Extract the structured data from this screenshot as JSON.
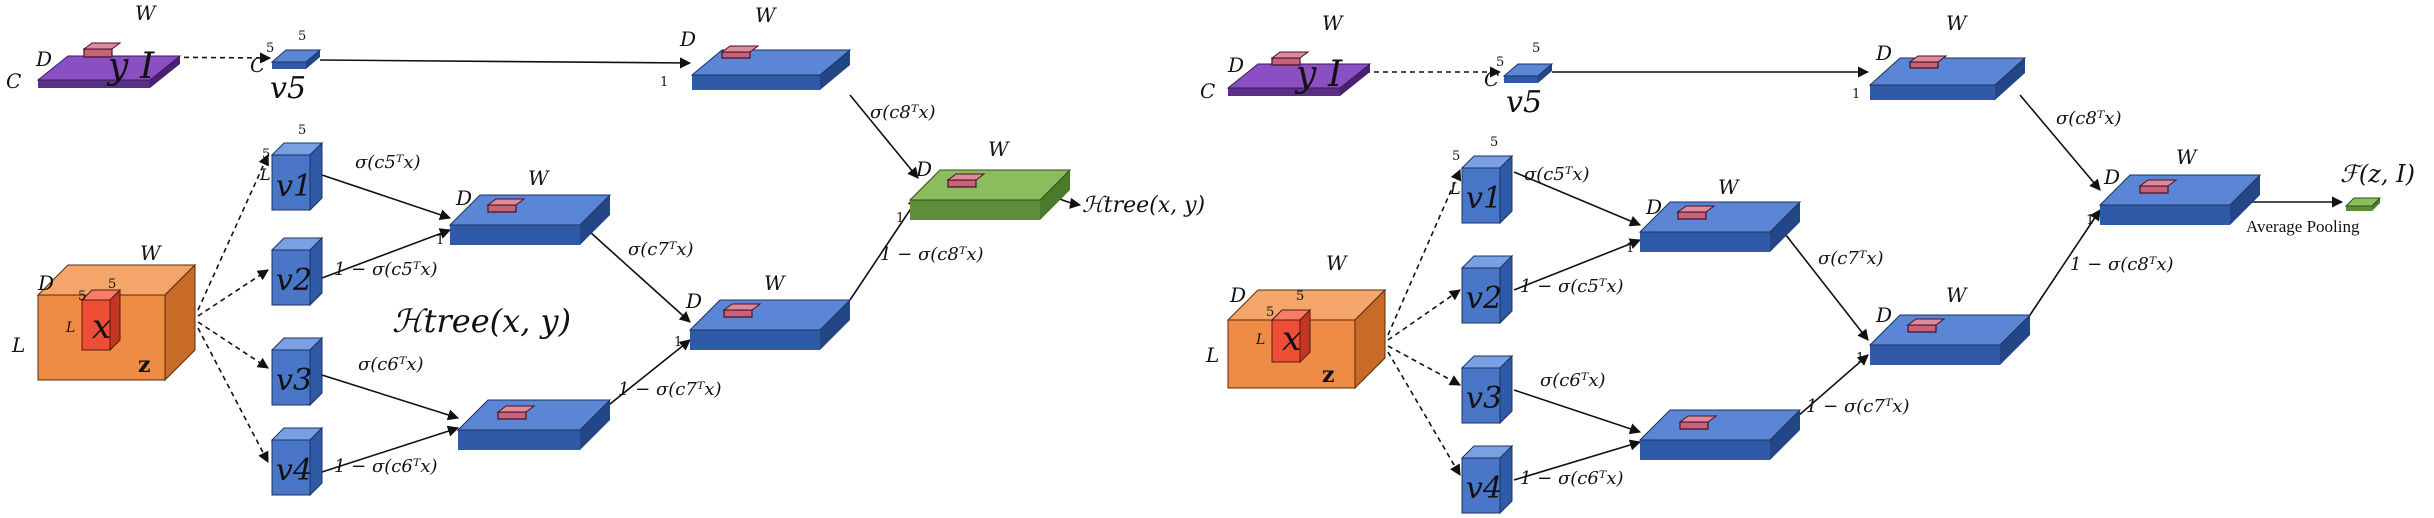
{
  "colors": {
    "purple": "#8a4fc2",
    "blue": "#5b86d6",
    "orange": "#ee8b45",
    "red": "#ee4d36",
    "green": "#8bbc5e",
    "pink": "#c6637a"
  },
  "labels": {
    "W": "W",
    "D": "D",
    "C": "C",
    "L": "L",
    "one": "1",
    "five": "5",
    "y": "y",
    "I": "I",
    "x": "x",
    "z": "z",
    "v5": "v5",
    "v1": "v1",
    "v2": "v2",
    "v3": "v3",
    "v4": "v4",
    "sig_c5": "σ(c5ᵀx)",
    "sig_c6": "σ(c6ᵀx)",
    "sig_c7": "σ(c7ᵀx)",
    "sig_c8": "σ(c8ᵀx)",
    "one_minus_c5": "1 − σ(c5ᵀx)",
    "one_minus_c6": "1 − σ(c6ᵀx)",
    "one_minus_c7": "1 − σ(c7ᵀx)",
    "one_minus_c8": "1 − σ(c8ᵀx)",
    "h_tree": "ℋtree(x, y)",
    "f_zi": "ℱ(z, I)",
    "average_pooling": "Average Pooling"
  }
}
